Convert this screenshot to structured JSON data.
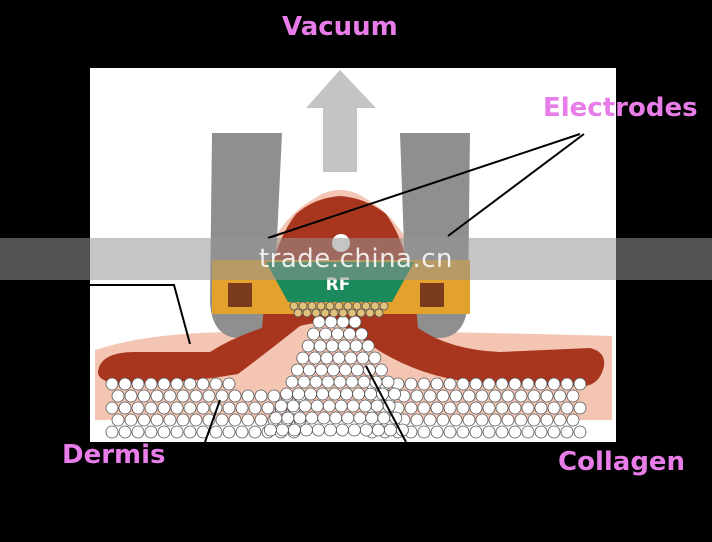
{
  "labels": {
    "vacuum": "Vacuum",
    "electrodes": "Electrodes",
    "dermis": "Dermis",
    "collagen": "Collagen",
    "rf": "RF"
  },
  "watermark": "trade.china.cn",
  "colors": {
    "label": "#e87ce8",
    "skin_surface": "#a8361f",
    "skin_light": "#f4c5b2",
    "electrode": "#8f8f8f",
    "arrow": "#c4c4c4",
    "rf_plate": "#1a8a5c",
    "conductor": "#e3a12e",
    "cell": "#ffffff"
  }
}
